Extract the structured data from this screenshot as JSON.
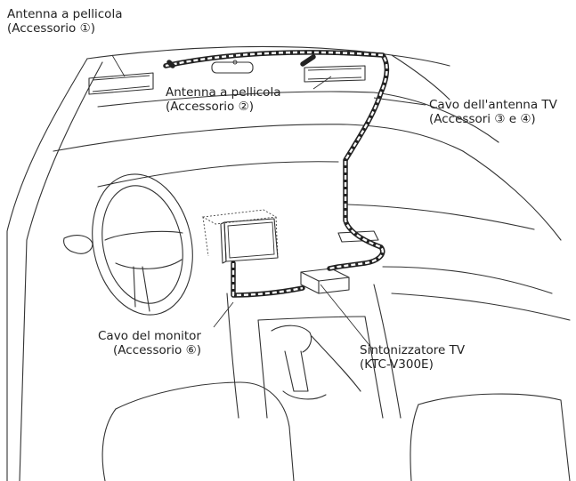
{
  "labels": {
    "film_antenna_1": {
      "line1": "Antenna a pellicola",
      "line2": "(Accessorio ①)"
    },
    "film_antenna_2": {
      "line1": "Antenna a pellicola",
      "line2": "(Accessorio ②)"
    },
    "tv_antenna_cable": {
      "line1": "Cavo dell'antenna TV",
      "line2": "(Accessori ③ e ④)"
    },
    "monitor_cable": {
      "line1": "Cavo del monitor",
      "line2": "(Accessorio ⑥)"
    },
    "tv_tuner": {
      "line1": "Sintonizzatore TV",
      "line2": "(KTC-V300E)"
    }
  }
}
